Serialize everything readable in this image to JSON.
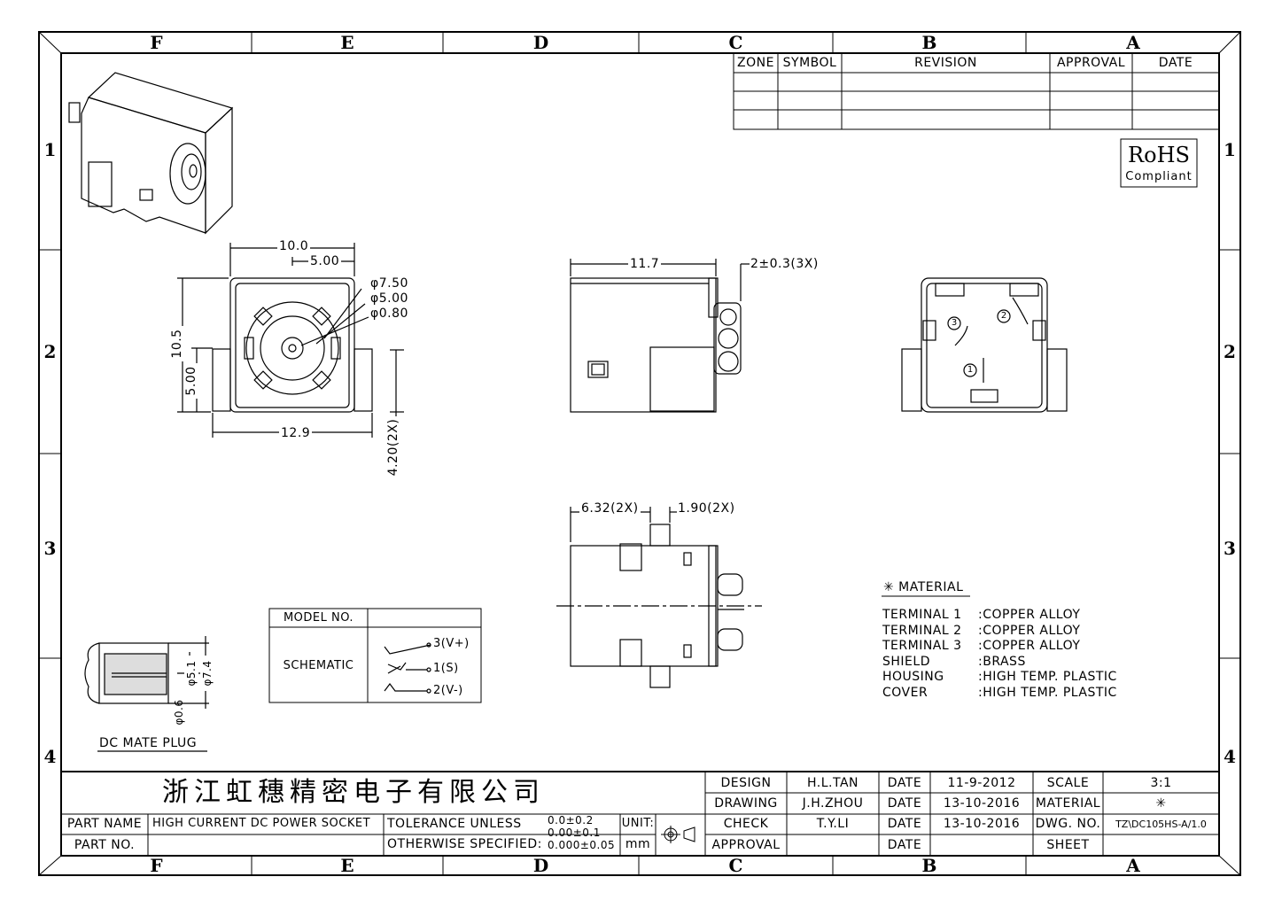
{
  "zones": {
    "top": [
      "F",
      "E",
      "D",
      "C",
      "B",
      "A"
    ],
    "bottom": [
      "F",
      "E",
      "D",
      "C",
      "B",
      "A"
    ],
    "left": [
      "1",
      "2",
      "3",
      "4"
    ],
    "right": [
      "1",
      "2",
      "3",
      "4"
    ]
  },
  "revision_table": {
    "headers": [
      "ZONE",
      "SYMBOL",
      "REVISION",
      "APPROVAL",
      "DATE"
    ]
  },
  "rohs": {
    "line1": "RoHS",
    "line2": "Compliant"
  },
  "front_view": {
    "dim_width": "10.0",
    "dim_half": "5.00",
    "dia1": "φ7.50",
    "dia2": "φ5.00",
    "dia3": "φ0.80",
    "dim_height": "10.5",
    "dim_half_height": "5.00",
    "dim_base": "12.9",
    "dim_pin": "4.20(2X)"
  },
  "side_view": {
    "dim_length": "11.7",
    "dim_pins": "2±0.3(3X)"
  },
  "back_view": {
    "pin1": "1",
    "pin2": "2",
    "pin3": "3"
  },
  "bottom_view": {
    "dim_a": "6.32(2X)",
    "dim_b": "1.90(2X)"
  },
  "plug": {
    "title": "DC MATE PLUG",
    "d1": "φ5.1",
    "d2": "φ7.4",
    "d3": "φ0.6"
  },
  "schematic": {
    "model_label": "MODEL NO.",
    "schematic_label": "SCHEMATIC",
    "pins": [
      "3(V+)",
      "1(S)",
      "2(V-)"
    ]
  },
  "material": {
    "title": "✳ MATERIAL",
    "rows": [
      {
        "name": "TERMINAL 1",
        "value": ":COPPER ALLOY"
      },
      {
        "name": "TERMINAL 2",
        "value": ":COPPER ALLOY"
      },
      {
        "name": "TERMINAL 3",
        "value": ":COPPER ALLOY"
      },
      {
        "name": "SHIELD",
        "value": ":BRASS"
      },
      {
        "name": "HOUSING",
        "value": ":HIGH TEMP. PLASTIC"
      },
      {
        "name": "COVER",
        "value": ":HIGH TEMP. PLASTIC"
      }
    ]
  },
  "title_block": {
    "company": "浙江虹穗精密电子有限公司",
    "part_name_label": "PART NAME",
    "part_name": "HIGH CURRENT DC POWER SOCKET",
    "part_no_label": "PART NO.",
    "tol_line1": "TOLERANCE UNLESS",
    "tol_line2": "OTHERWISE SPECIFIED:",
    "tol_v1": "0.0±0.2",
    "tol_v2": "0.00±0.1",
    "tol_v3": "0.000±0.05",
    "unit_label": "UNIT:",
    "unit": "mm",
    "design_label": "DESIGN",
    "design_name": "H.L.TAN",
    "design_date": "11-9-2012",
    "drawing_label": "DRAWING",
    "drawing_name": "J.H.ZHOU",
    "drawing_date": "13-10-2016",
    "check_label": "CHECK",
    "check_name": "T.Y.LI",
    "check_date": "13-10-2016",
    "approval_label": "APPROVAL",
    "date_label": "DATE",
    "scale_label": "SCALE",
    "scale": "3:1",
    "material_label": "MATERIAL",
    "material": "✳",
    "dwg_label": "DWG. NO.",
    "dwg_no": "TZ\\DC105HS-A/1.0",
    "sheet_label": "SHEET"
  }
}
